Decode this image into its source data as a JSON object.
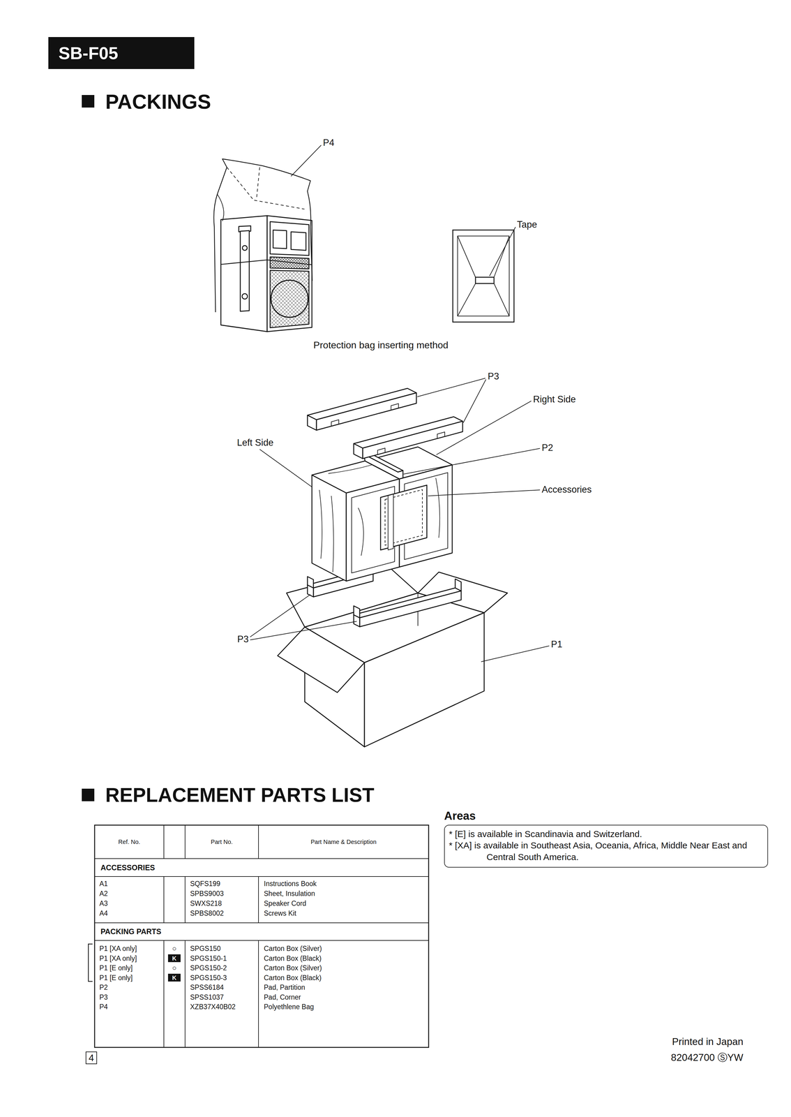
{
  "diagram": {
    "nodes": [
      {
        "text": [
          "SB-F05"
        ]
      },
      {
        "text": [
          "Areas",
          "* [E] is available in Scandinavia and Switzerland.",
          "* [XA] is available in Southeast Asia, Oceania, Africa, Middle Near East and Central South America."
        ]
      },
      {
        "text": [
          "4"
        ]
      }
    ],
    "labels": [
      "P4",
      "Tape",
      "Protection bag inserting method",
      "P3",
      "Right Side",
      "Left Side",
      "P2",
      "Accessories",
      "P3",
      "P1",
      "PACKINGS",
      "REPLACEMENT PARTS LIST",
      "Ref. No.",
      "Part No.",
      "Part Name & Description",
      "ACCESSORIES",
      "A1",
      "SQFS199",
      "Instructions Book",
      "A2",
      "SPBS9003",
      "Sheet, Insulation",
      "A3",
      "SWXS218",
      "Speaker Cord",
      "A4",
      "SPBS8002",
      "Screws Kit",
      "PACKING PARTS",
      "P1 [XA only]",
      "○",
      "SPGS150",
      "Carton Box (Silver)",
      "P1 [XA only]",
      "K",
      "SPGS150-1",
      "Carton Box (Black)",
      "P1 [E only]",
      "○",
      "SPGS150-2",
      "Carton Box (Silver)",
      "P1 [E only]",
      "K",
      "SPGS150-3",
      "Carton Box (Black)",
      "P2",
      "SPSS6184",
      "Pad, Partition",
      "P3",
      "SPSS1037",
      "Pad, Corner",
      "P4",
      "XZB37X40B02",
      "Polyethlene Bag",
      "Printed in Japan",
      "82042700 ⓈYW"
    ]
  }
}
